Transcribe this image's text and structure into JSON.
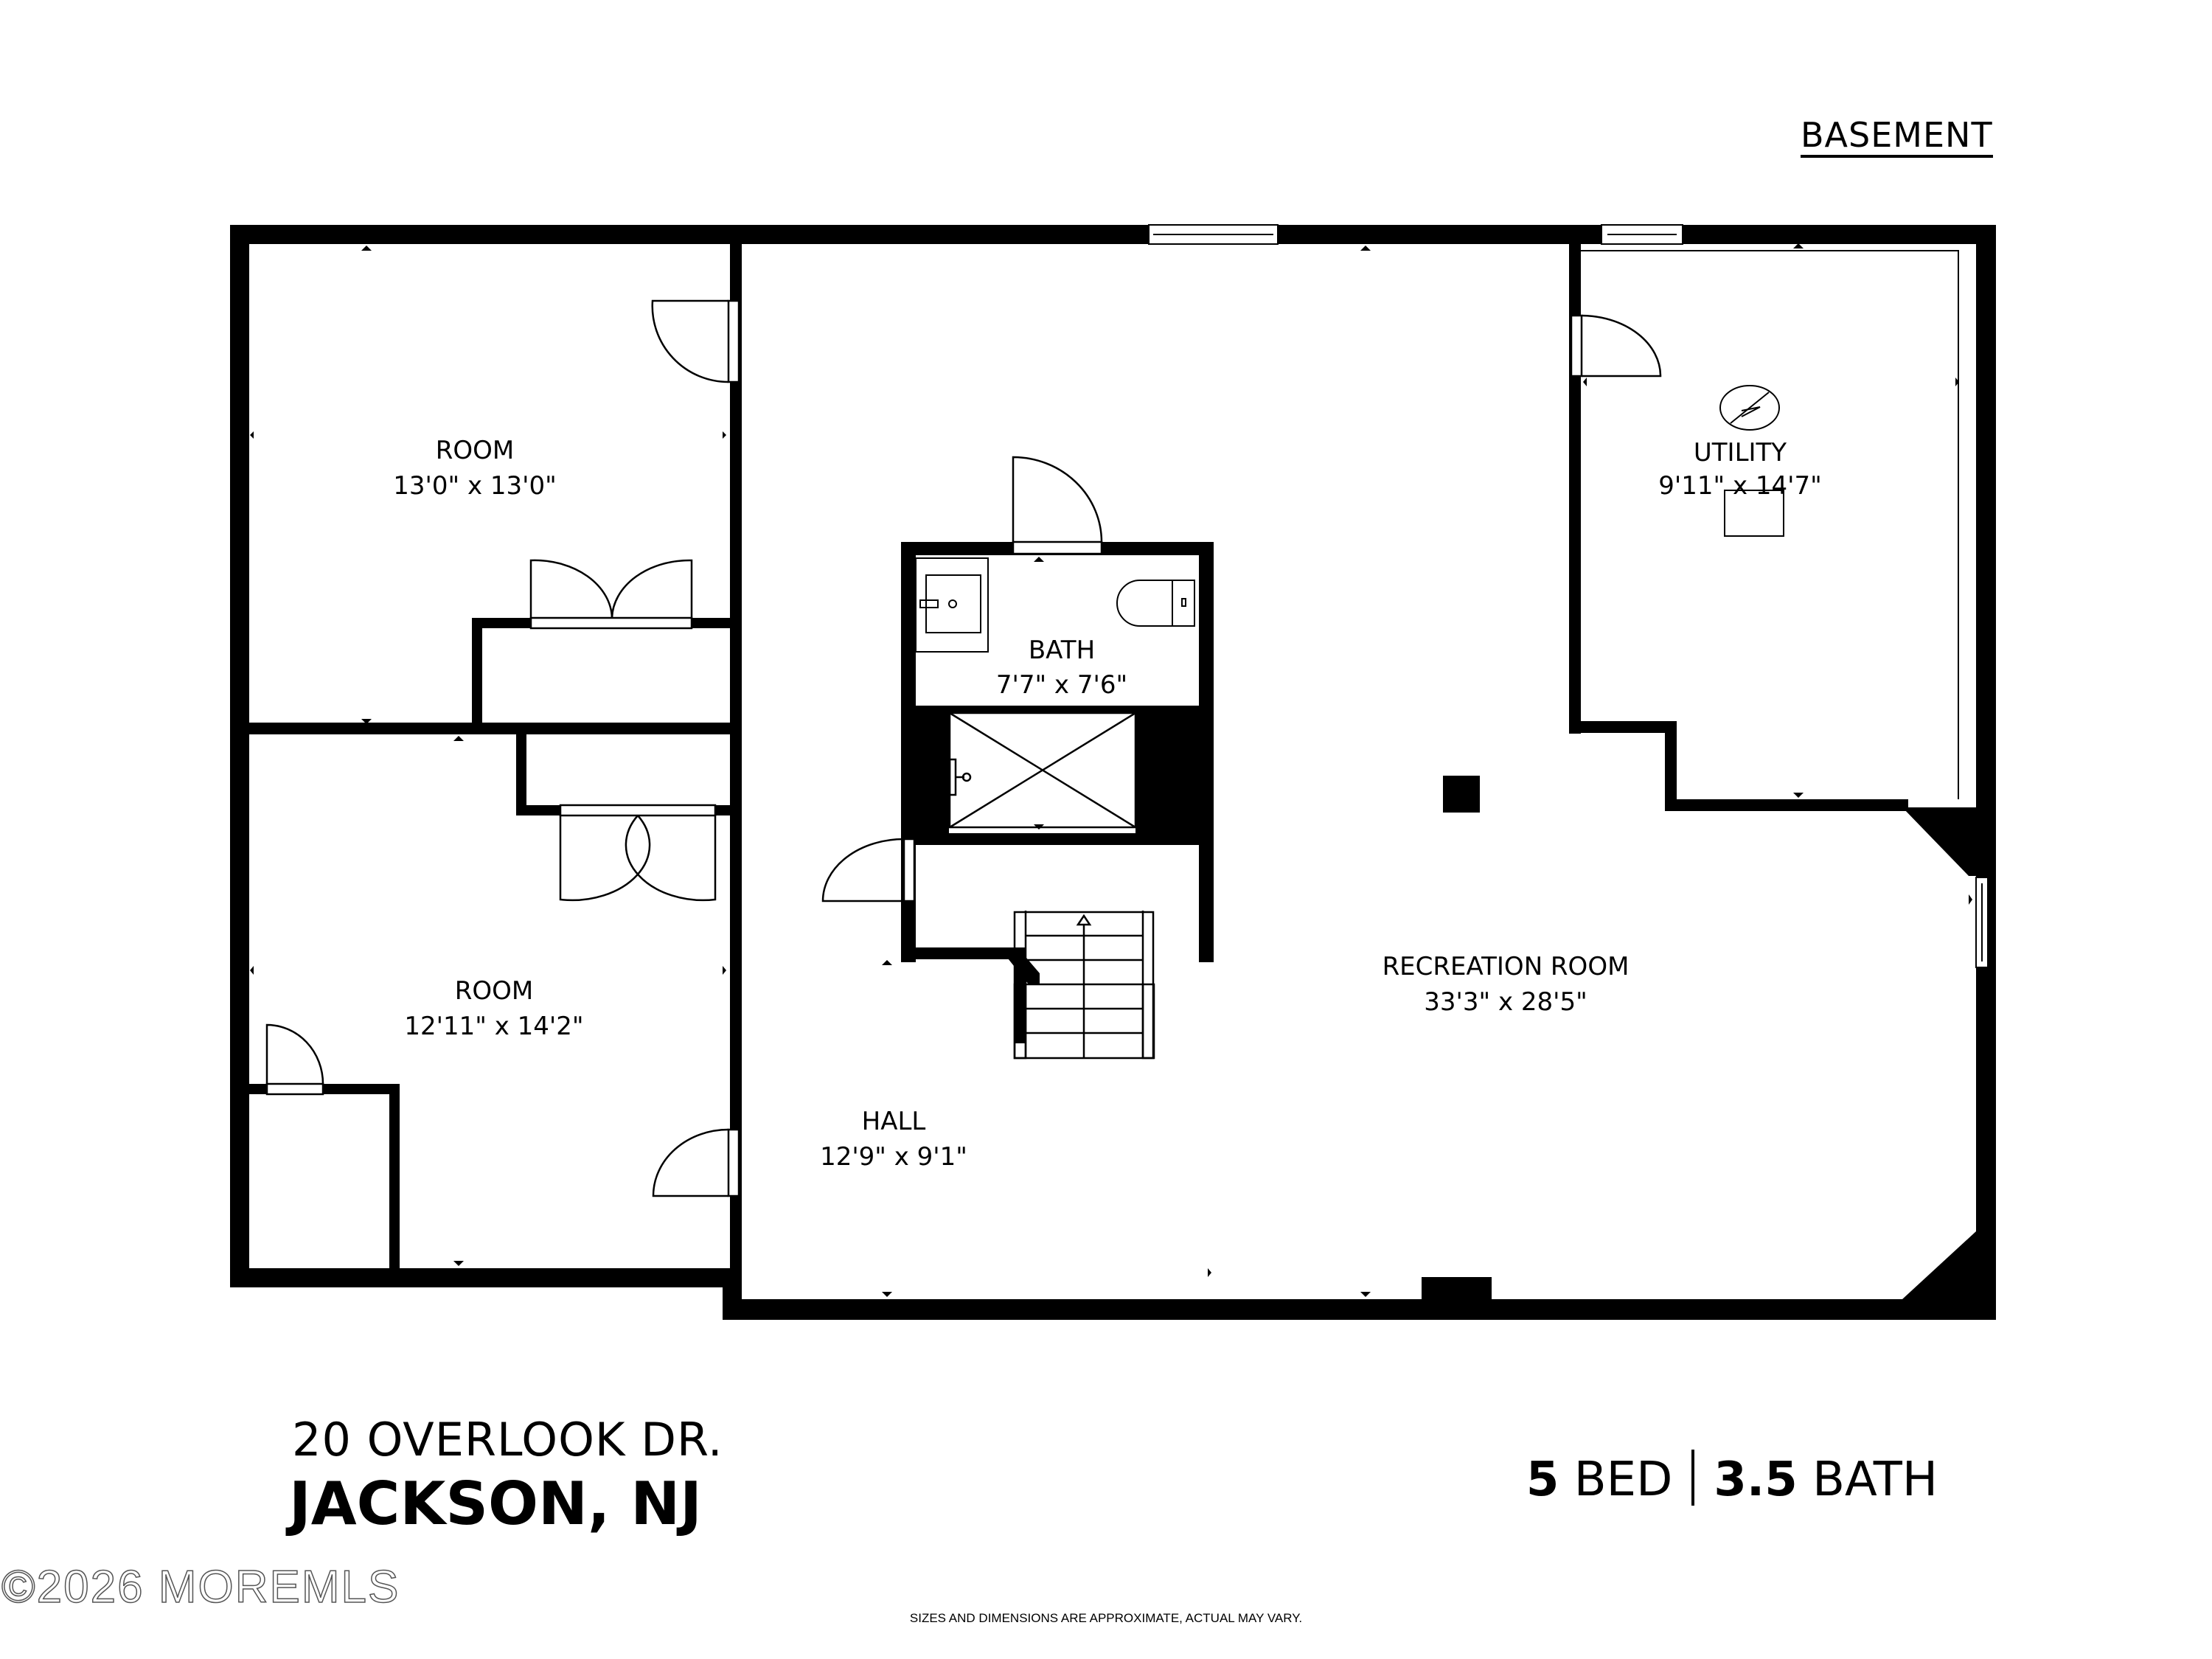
{
  "floor_label": "BASEMENT",
  "rooms": [
    {
      "name": "ROOM",
      "dimensions": "13'0\" x 13'0\""
    },
    {
      "name": "ROOM",
      "dimensions": "12'11\" x 14'2\""
    },
    {
      "name": "BATH",
      "dimensions": "7'7\" x 7'6\""
    },
    {
      "name": "UTILITY",
      "dimensions": "9'11\" x 14'7\""
    },
    {
      "name": "HALL",
      "dimensions": "12'9\" x 9'1\""
    },
    {
      "name": "RECREATION ROOM",
      "dimensions": "33'3\" x 28'5\""
    }
  ],
  "address": {
    "street": "20 OVERLOOK DR.",
    "city": "JACKSON, NJ"
  },
  "stats": {
    "beds": "5",
    "beds_label": "BED",
    "baths": "3.5",
    "baths_label": "BATH"
  },
  "watermark": "©2026 MOREMLS",
  "disclaimer": "SIZES AND DIMENSIONS ARE APPROXIMATE, ACTUAL MAY VARY.",
  "icons": {
    "stairs": "stairs-up-arrow-icon",
    "electrical_panel": "electrical-panel-icon",
    "sink": "sink-icon",
    "toilet": "toilet-icon",
    "shower": "shower-icon",
    "water_heater": "water-heater-icon"
  },
  "colors": {
    "walls": "#000000",
    "background": "#ffffff"
  }
}
